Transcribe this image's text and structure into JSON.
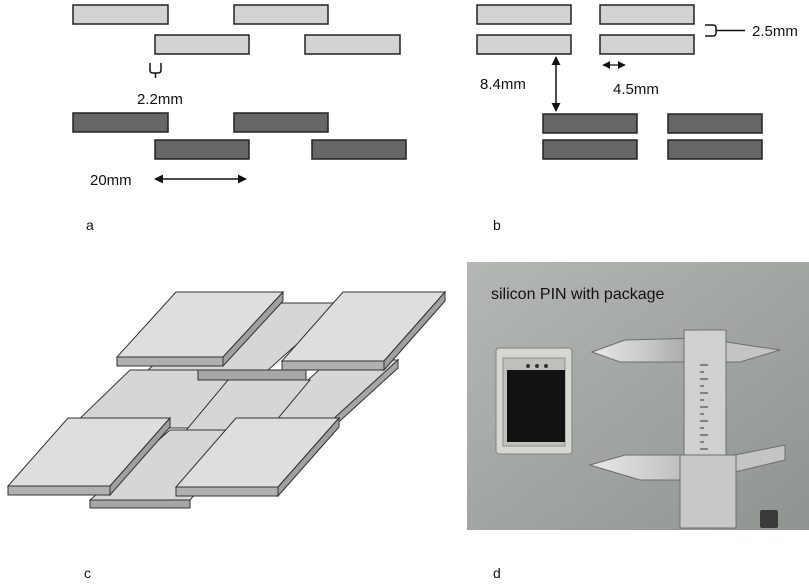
{
  "panels": {
    "a": {
      "label": "a",
      "gap_label": "2.2mm",
      "width_label": "20mm"
    },
    "b": {
      "label": "b",
      "row_gap_label": "2.5mm",
      "vertical_gap_label": "8.4mm",
      "horizontal_gap_label": "4.5mm"
    },
    "c": {
      "label": "c"
    },
    "d": {
      "label": "d",
      "photo_caption": "silicon PIN with package"
    }
  },
  "colors": {
    "light_detector": "#d3d3d3",
    "dark_detector": "#666666",
    "iso_top": "#d9d9d9",
    "iso_side": "#a8a8a8",
    "photo_bg": "#a5aaa6"
  }
}
